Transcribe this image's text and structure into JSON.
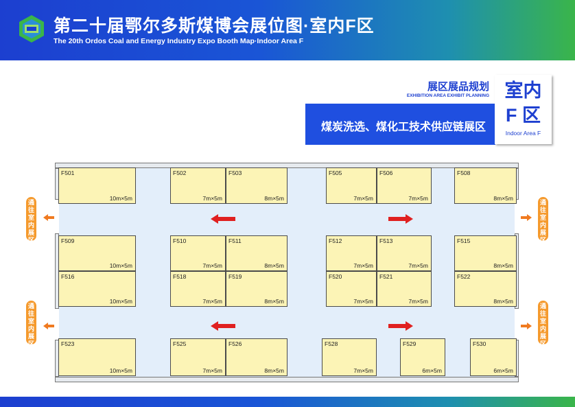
{
  "header": {
    "title_zh": "第二十届鄂尔多斯煤博会展位图·室内F区",
    "title_en": "The 20th Ordos Coal and Energy Industry Expo Booth Map·Indoor Area F",
    "logo_icon": "expo-logo-icon"
  },
  "planning": {
    "title_zh": "展区展品规划",
    "title_en": "EXHIBITION AREA EXHIBIT PLANNING",
    "zone_name": "煤炭洗选、煤化工技术供应链展区"
  },
  "area_card": {
    "line1": "室内",
    "line2": "F 区",
    "en": "Indoor Area F"
  },
  "exits": {
    "label": "通往室内展区"
  },
  "colors": {
    "brand_blue": "#1f4fe0",
    "brand_green": "#3ab54a",
    "booth_fill": "#fcf4b6",
    "aisle_fill": "#e3eefa",
    "exit_orange": "#f59a2d",
    "arrow_red": "#e02020"
  },
  "booths": [
    {
      "id": "F501",
      "size": "10m×5m"
    },
    {
      "id": "F502",
      "size": "7m×5m"
    },
    {
      "id": "F503",
      "size": "8m×5m"
    },
    {
      "id": "F505",
      "size": "7m×5m"
    },
    {
      "id": "F506",
      "size": "7m×5m"
    },
    {
      "id": "F508",
      "size": "8m×5m"
    },
    {
      "id": "F509",
      "size": "10m×5m"
    },
    {
      "id": "F510",
      "size": "7m×5m"
    },
    {
      "id": "F511",
      "size": "8m×5m"
    },
    {
      "id": "F512",
      "size": "7m×5m"
    },
    {
      "id": "F513",
      "size": "7m×5m"
    },
    {
      "id": "F515",
      "size": "8m×5m"
    },
    {
      "id": "F516",
      "size": "10m×5m"
    },
    {
      "id": "F518",
      "size": "7m×5m"
    },
    {
      "id": "F519",
      "size": "8m×5m"
    },
    {
      "id": "F520",
      "size": "7m×5m"
    },
    {
      "id": "F521",
      "size": "7m×5m"
    },
    {
      "id": "F522",
      "size": "8m×5m"
    },
    {
      "id": "F523",
      "size": "10m×5m"
    },
    {
      "id": "F525",
      "size": "7m×5m"
    },
    {
      "id": "F526",
      "size": "8m×5m"
    },
    {
      "id": "F528",
      "size": "7m×5m"
    },
    {
      "id": "F529",
      "size": "6m×5m"
    },
    {
      "id": "F530",
      "size": "6m×5m"
    }
  ]
}
